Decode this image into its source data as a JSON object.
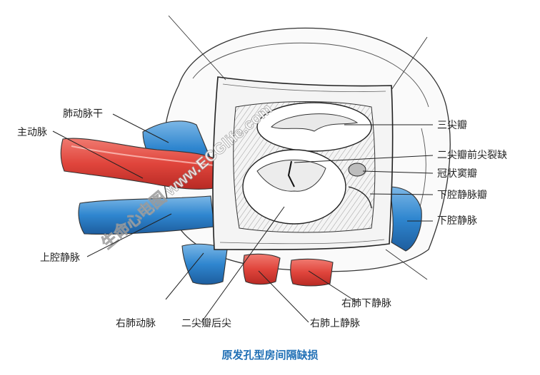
{
  "figure": {
    "caption": "原发孔型房间隔缺损",
    "watermark": "生命心电图 www.ECGlife.com"
  },
  "labels": {
    "pulmonary_trunk": "肺动脉干",
    "aorta": "主动脉",
    "superior_vena_cava": "上腔静脉",
    "right_pulmonary_artery": "右肺动脉",
    "mitral_posterior_leaflet": "二尖瓣后尖",
    "right_superior_pulmonary_vein": "右肺上静脉",
    "right_inferior_pulmonary_vein": "右肺下静脉",
    "tricuspid_valve": "三尖瓣",
    "mitral_anterior_cleft": "二尖瓣前尖裂缺",
    "coronary_sinus_valve": "冠状窦瓣",
    "ivc_valve": "下腔静脉瓣",
    "inferior_vena_cava": "下腔静脉"
  },
  "colors": {
    "artery_red": "#e0453c",
    "vein_blue": "#2f86cf",
    "caption_blue": "#1f6fb5",
    "line": "#222222"
  }
}
